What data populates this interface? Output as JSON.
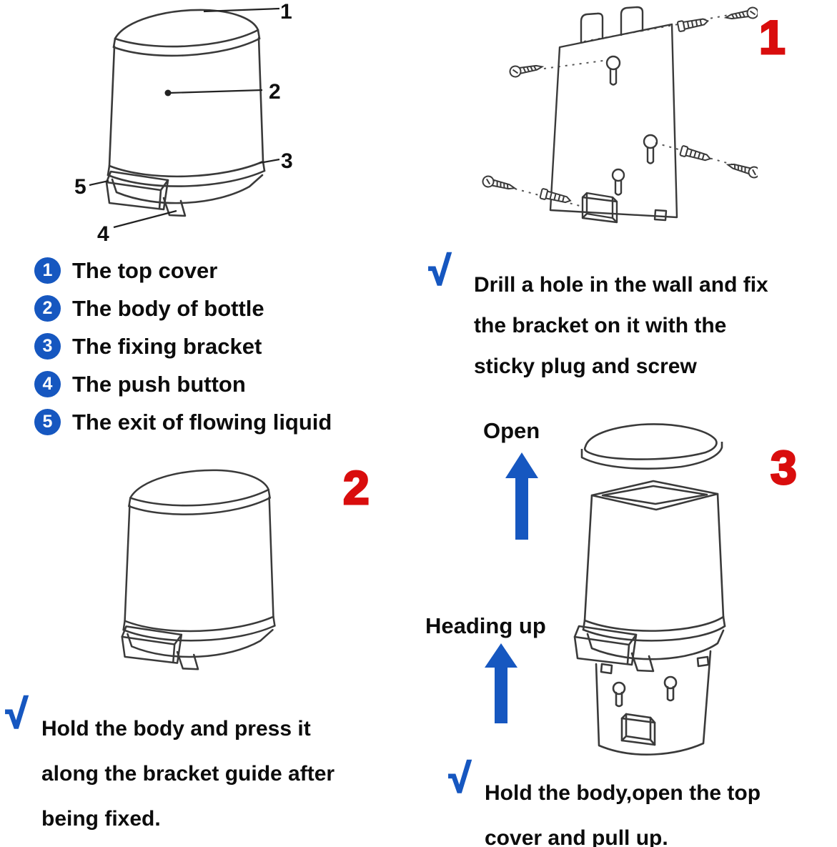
{
  "colors": {
    "blue": "#1657C0",
    "red": "#D90D0D",
    "line": "#3a3a3a"
  },
  "parts": {
    "callouts": {
      "c1": "1",
      "c2": "2",
      "c3": "3",
      "c4": "4",
      "c5": "5"
    },
    "legend": [
      {
        "num": "1",
        "label": "The top cover"
      },
      {
        "num": "2",
        "label": "The body of bottle"
      },
      {
        "num": "3",
        "label": "The fixing bracket"
      },
      {
        "num": "4",
        "label": "The push button"
      },
      {
        "num": "5",
        "label": "The exit of flowing liquid"
      }
    ]
  },
  "steps": {
    "step1": {
      "number": "1",
      "check": "√",
      "line1": "Drill a hole in the wall and fix",
      "line2": "the bracket on it with the",
      "line3": "sticky plug and screw"
    },
    "step2": {
      "number": "2",
      "check": "√",
      "line1": "Hold the body and press it",
      "line2": "along the bracket guide after",
      "line3": "being fixed."
    },
    "step3": {
      "number": "3",
      "check": "√",
      "open_label": "Open",
      "heading_label": "Heading up",
      "line1": "Hold the body,open the top",
      "line2": "cover and pull up."
    }
  }
}
